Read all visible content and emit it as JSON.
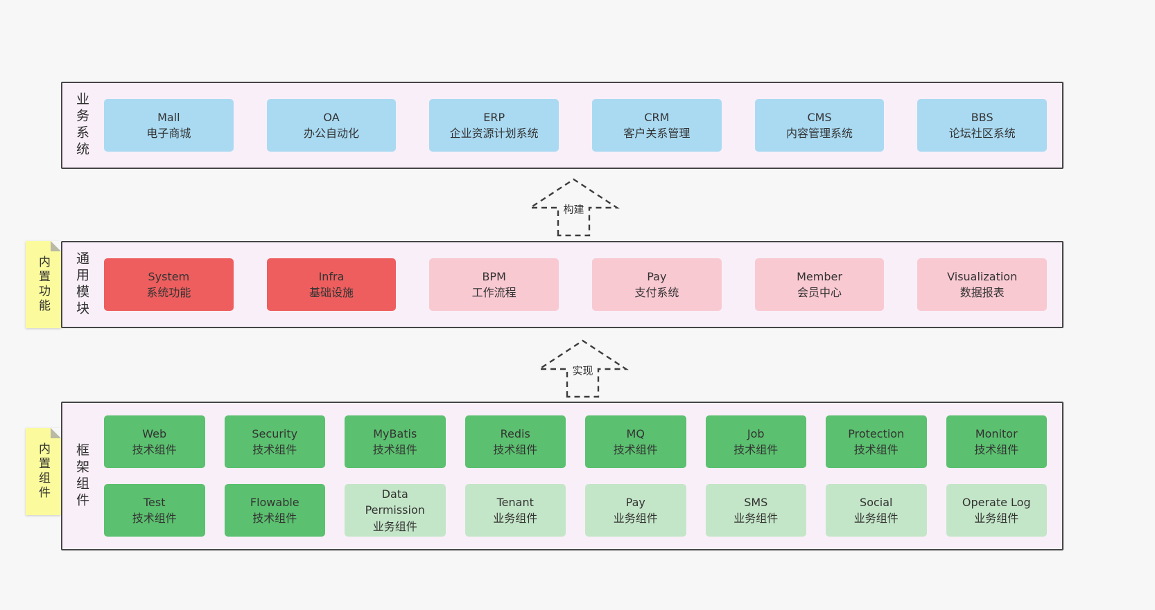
{
  "colors": {
    "page_bg": "#f7f7f7",
    "panel_bg": "#f9eff8",
    "panel_border": "#454545",
    "box_blue": "#aadaf2",
    "box_red": "#ee5e5e",
    "box_pink": "#f9c9d2",
    "box_green": "#5bc06f",
    "box_light_green": "#c4e6c8",
    "note_yellow": "#fbfb9d"
  },
  "business": {
    "label": "业务系统",
    "items": [
      {
        "title": "Mall",
        "subtitle": "电子商城"
      },
      {
        "title": "OA",
        "subtitle": "办公自动化"
      },
      {
        "title": "ERP",
        "subtitle": "企业资源计划系统"
      },
      {
        "title": "CRM",
        "subtitle": "客户关系管理"
      },
      {
        "title": "CMS",
        "subtitle": "内容管理系统"
      },
      {
        "title": "BBS",
        "subtitle": "论坛社区系统"
      }
    ]
  },
  "build_arrow": {
    "label": "构建"
  },
  "modules": {
    "label": "通用模块",
    "note": "内置功能",
    "items": [
      {
        "title": "System",
        "subtitle": "系统功能"
      },
      {
        "title": "Infra",
        "subtitle": "基础设施"
      },
      {
        "title": "BPM",
        "subtitle": "工作流程"
      },
      {
        "title": "Pay",
        "subtitle": "支付系统"
      },
      {
        "title": "Member",
        "subtitle": "会员中心"
      },
      {
        "title": "Visualization",
        "subtitle": "数据报表"
      }
    ]
  },
  "implement_arrow": {
    "label": "实现"
  },
  "components": {
    "label": "框架组件",
    "note": "内置组件",
    "row1": [
      {
        "title": "Web",
        "subtitle": "技术组件"
      },
      {
        "title": "Security",
        "subtitle": "技术组件"
      },
      {
        "title": "MyBatis",
        "subtitle": "技术组件"
      },
      {
        "title": "Redis",
        "subtitle": "技术组件"
      },
      {
        "title": "MQ",
        "subtitle": "技术组件"
      },
      {
        "title": "Job",
        "subtitle": "技术组件"
      },
      {
        "title": "Protection",
        "subtitle": "技术组件"
      },
      {
        "title": "Monitor",
        "subtitle": "技术组件"
      }
    ],
    "row2": [
      {
        "title": "Test",
        "subtitle": "技术组件"
      },
      {
        "title": "Flowable",
        "subtitle": "技术组件"
      },
      {
        "title": "Data Permission",
        "subtitle": "业务组件"
      },
      {
        "title": "Tenant",
        "subtitle": "业务组件"
      },
      {
        "title": "Pay",
        "subtitle": "业务组件"
      },
      {
        "title": "SMS",
        "subtitle": "业务组件"
      },
      {
        "title": "Social",
        "subtitle": "业务组件"
      },
      {
        "title": "Operate Log",
        "subtitle": "业务组件"
      }
    ]
  }
}
